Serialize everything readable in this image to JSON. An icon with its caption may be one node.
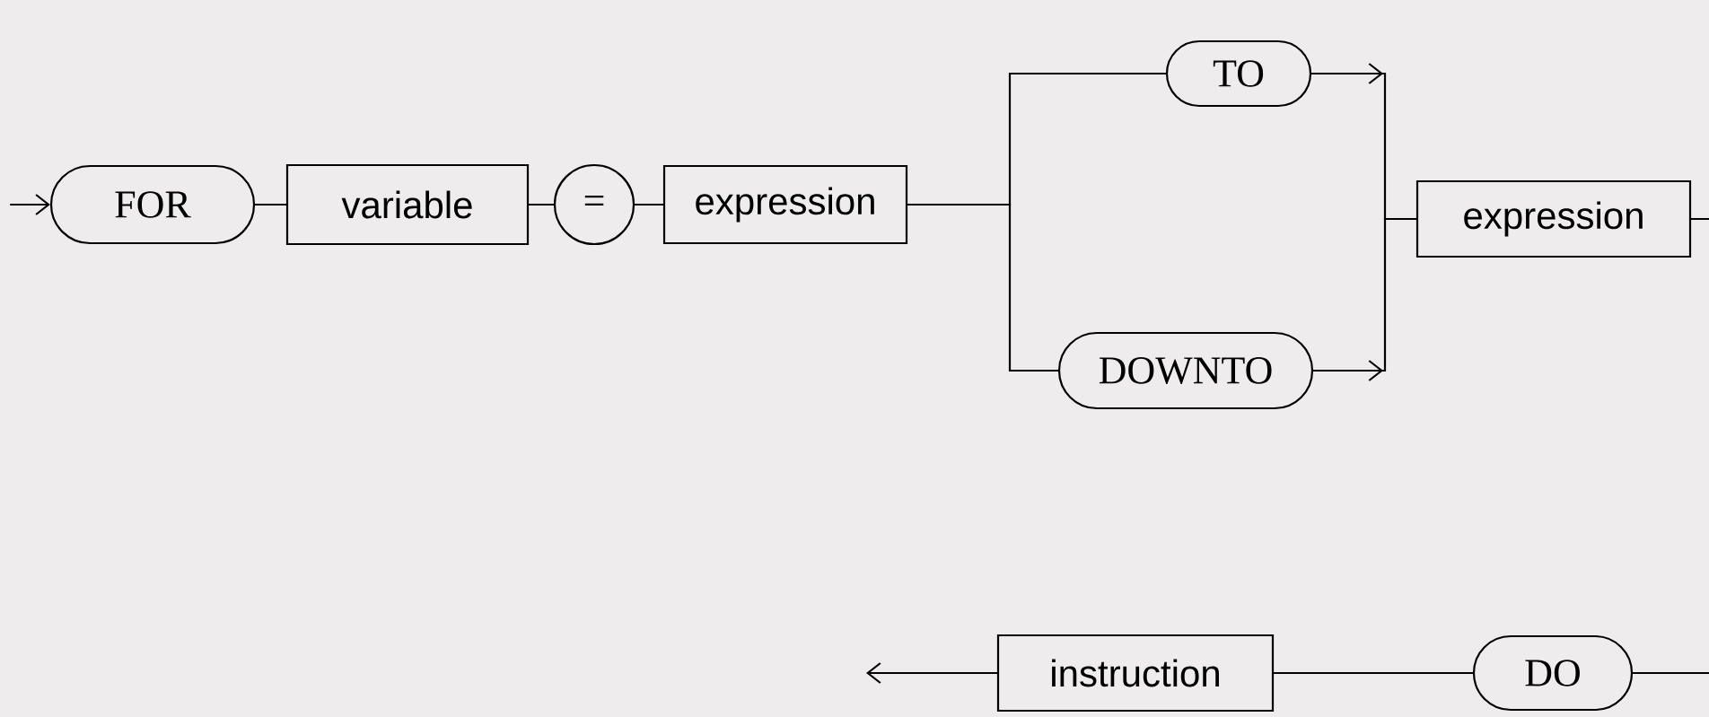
{
  "diagram": {
    "nodes": [
      {
        "text": [
          "FOR"
        ]
      },
      {
        "text": [
          "variable"
        ]
      },
      {
        "text": [
          "="
        ]
      },
      {
        "text": [
          "expression"
        ]
      },
      {
        "text": [
          "TO"
        ]
      },
      {
        "text": [
          "DOWNTO"
        ]
      },
      {
        "text": [
          "expression"
        ]
      },
      {
        "text": [
          "DO"
        ]
      },
      {
        "text": [
          "instruction"
        ]
      }
    ],
    "edges": [
      {
        "from": null,
        "to": 0,
        "arrow": "to"
      },
      {
        "from": 0,
        "to": 1,
        "arrow": "none"
      },
      {
        "from": 1,
        "to": 2,
        "arrow": "none"
      },
      {
        "from": 2,
        "to": 3,
        "arrow": "none"
      },
      {
        "from": 3,
        "to": 4,
        "arrow": "none"
      },
      {
        "from": 3,
        "to": 5,
        "arrow": "none"
      },
      {
        "from": 4,
        "to": 6,
        "arrow": "to"
      },
      {
        "from": 5,
        "to": 6,
        "arrow": "to"
      },
      {
        "from": 6,
        "to": null,
        "arrow": "none"
      },
      {
        "from": null,
        "to": 7,
        "arrow": "none"
      },
      {
        "from": 7,
        "to": 8,
        "arrow": "none"
      },
      {
        "from": 8,
        "to": null,
        "arrow": "to"
      }
    ]
  }
}
